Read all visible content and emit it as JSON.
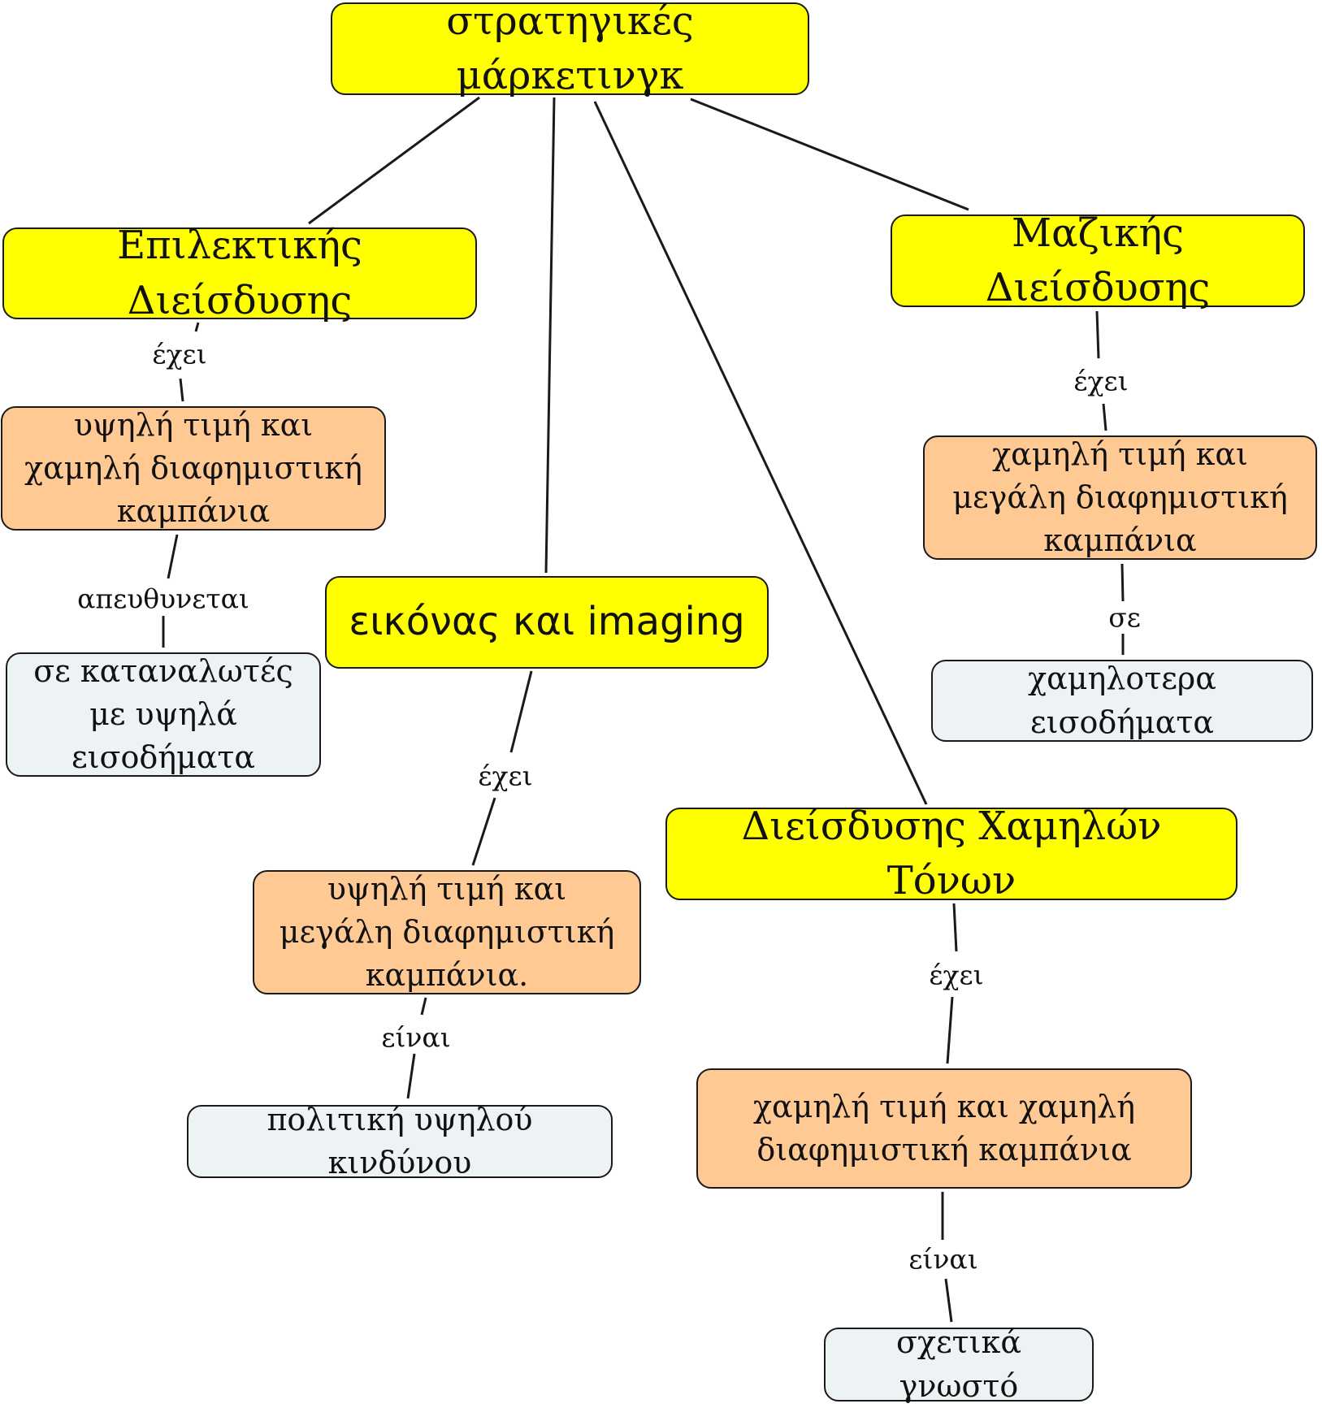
{
  "nodes": {
    "root": "στρατηγικές μάρκετινγκ",
    "selective": "Επιλεκτικής Διείσδυσης",
    "mass": "Μαζικής Διείσδυσης",
    "image": "εικόνας και imaging",
    "low_tone": "Διείσδυσης Χαμηλών Τόνων",
    "selective_attr": "υψηλή τιμή και χαμηλή διαφημιστική καμπάνια",
    "selective_target": "σε καταναλωτές με υψηλά εισοδήματα",
    "mass_attr": "χαμηλή τιμή και μεγάλη διαφημιστική καμπάνια",
    "mass_target": "χαμηλοτερα εισοδήματα",
    "image_attr": "υψηλή τιμή και μεγάλη διαφημιστική καμπάνια.",
    "image_risk": "πολιτική υψηλού κινδύνου",
    "low_tone_attr": "χαμηλή τιμή και χαμηλή διαφημιστική καμπάνια",
    "low_tone_result": "σχετικά γνωστό"
  },
  "links": {
    "selective_has": "έχει",
    "selective_directed": "απευθυνεται",
    "mass_has": "έχει",
    "mass_to": "σε",
    "image_has": "έχει",
    "image_is": "είναι",
    "low_tone_has": "έχει",
    "low_tone_is": "είναι"
  },
  "colors": {
    "concept": "#ffff00",
    "attribute": "#ffc994",
    "outcome": "#edf2f4",
    "line": "#1a1a1a"
  }
}
